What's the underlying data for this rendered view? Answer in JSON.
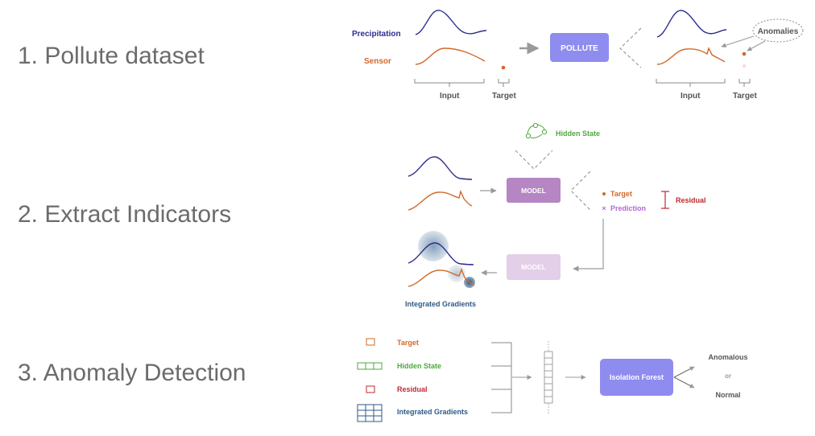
{
  "steps": [
    {
      "label": "1. Pollute dataset"
    },
    {
      "label": "2. Extract Indicators"
    },
    {
      "label": "3. Anomaly Detection"
    }
  ],
  "stage1": {
    "precipitation_label": "Precipitation",
    "sensor_label": "Sensor",
    "input_label": "Input",
    "target_label": "Target",
    "pollute_label": "POLLUTE",
    "anomalies_label": "Anomalies",
    "input_label_right": "Input",
    "target_label_right": "Target"
  },
  "stage2": {
    "hidden_state_label": "Hidden State",
    "model_label": "MODEL",
    "target_legend": "Target",
    "prediction_legend": "Prediction",
    "residual_label": "Residual",
    "model_faded_label": "MODEL",
    "integrated_gradients_label": "Integrated Gradients"
  },
  "stage3": {
    "features": [
      {
        "label": "Target"
      },
      {
        "label": "Hidden State"
      },
      {
        "label": "Residual"
      },
      {
        "label": "Integrated Gradients"
      }
    ],
    "isolation_forest_label": "Isolation Forest",
    "anomalous_label": "Anomalous",
    "or_label": "or",
    "normal_label": "Normal"
  },
  "colors": {
    "precipitation": "#2b2d8c",
    "sensor": "#d2692a",
    "pollute_box": "#8f8cf0",
    "model_box": "#b685c4",
    "model_faded_box": "#e3cfe8",
    "hidden_state": "#4caa3c",
    "residual": "#c0282d",
    "prediction": "#b06ad0",
    "gradients": "#2f5a84",
    "isolation_box": "#8f8cf0",
    "gray_text": "#707070"
  }
}
